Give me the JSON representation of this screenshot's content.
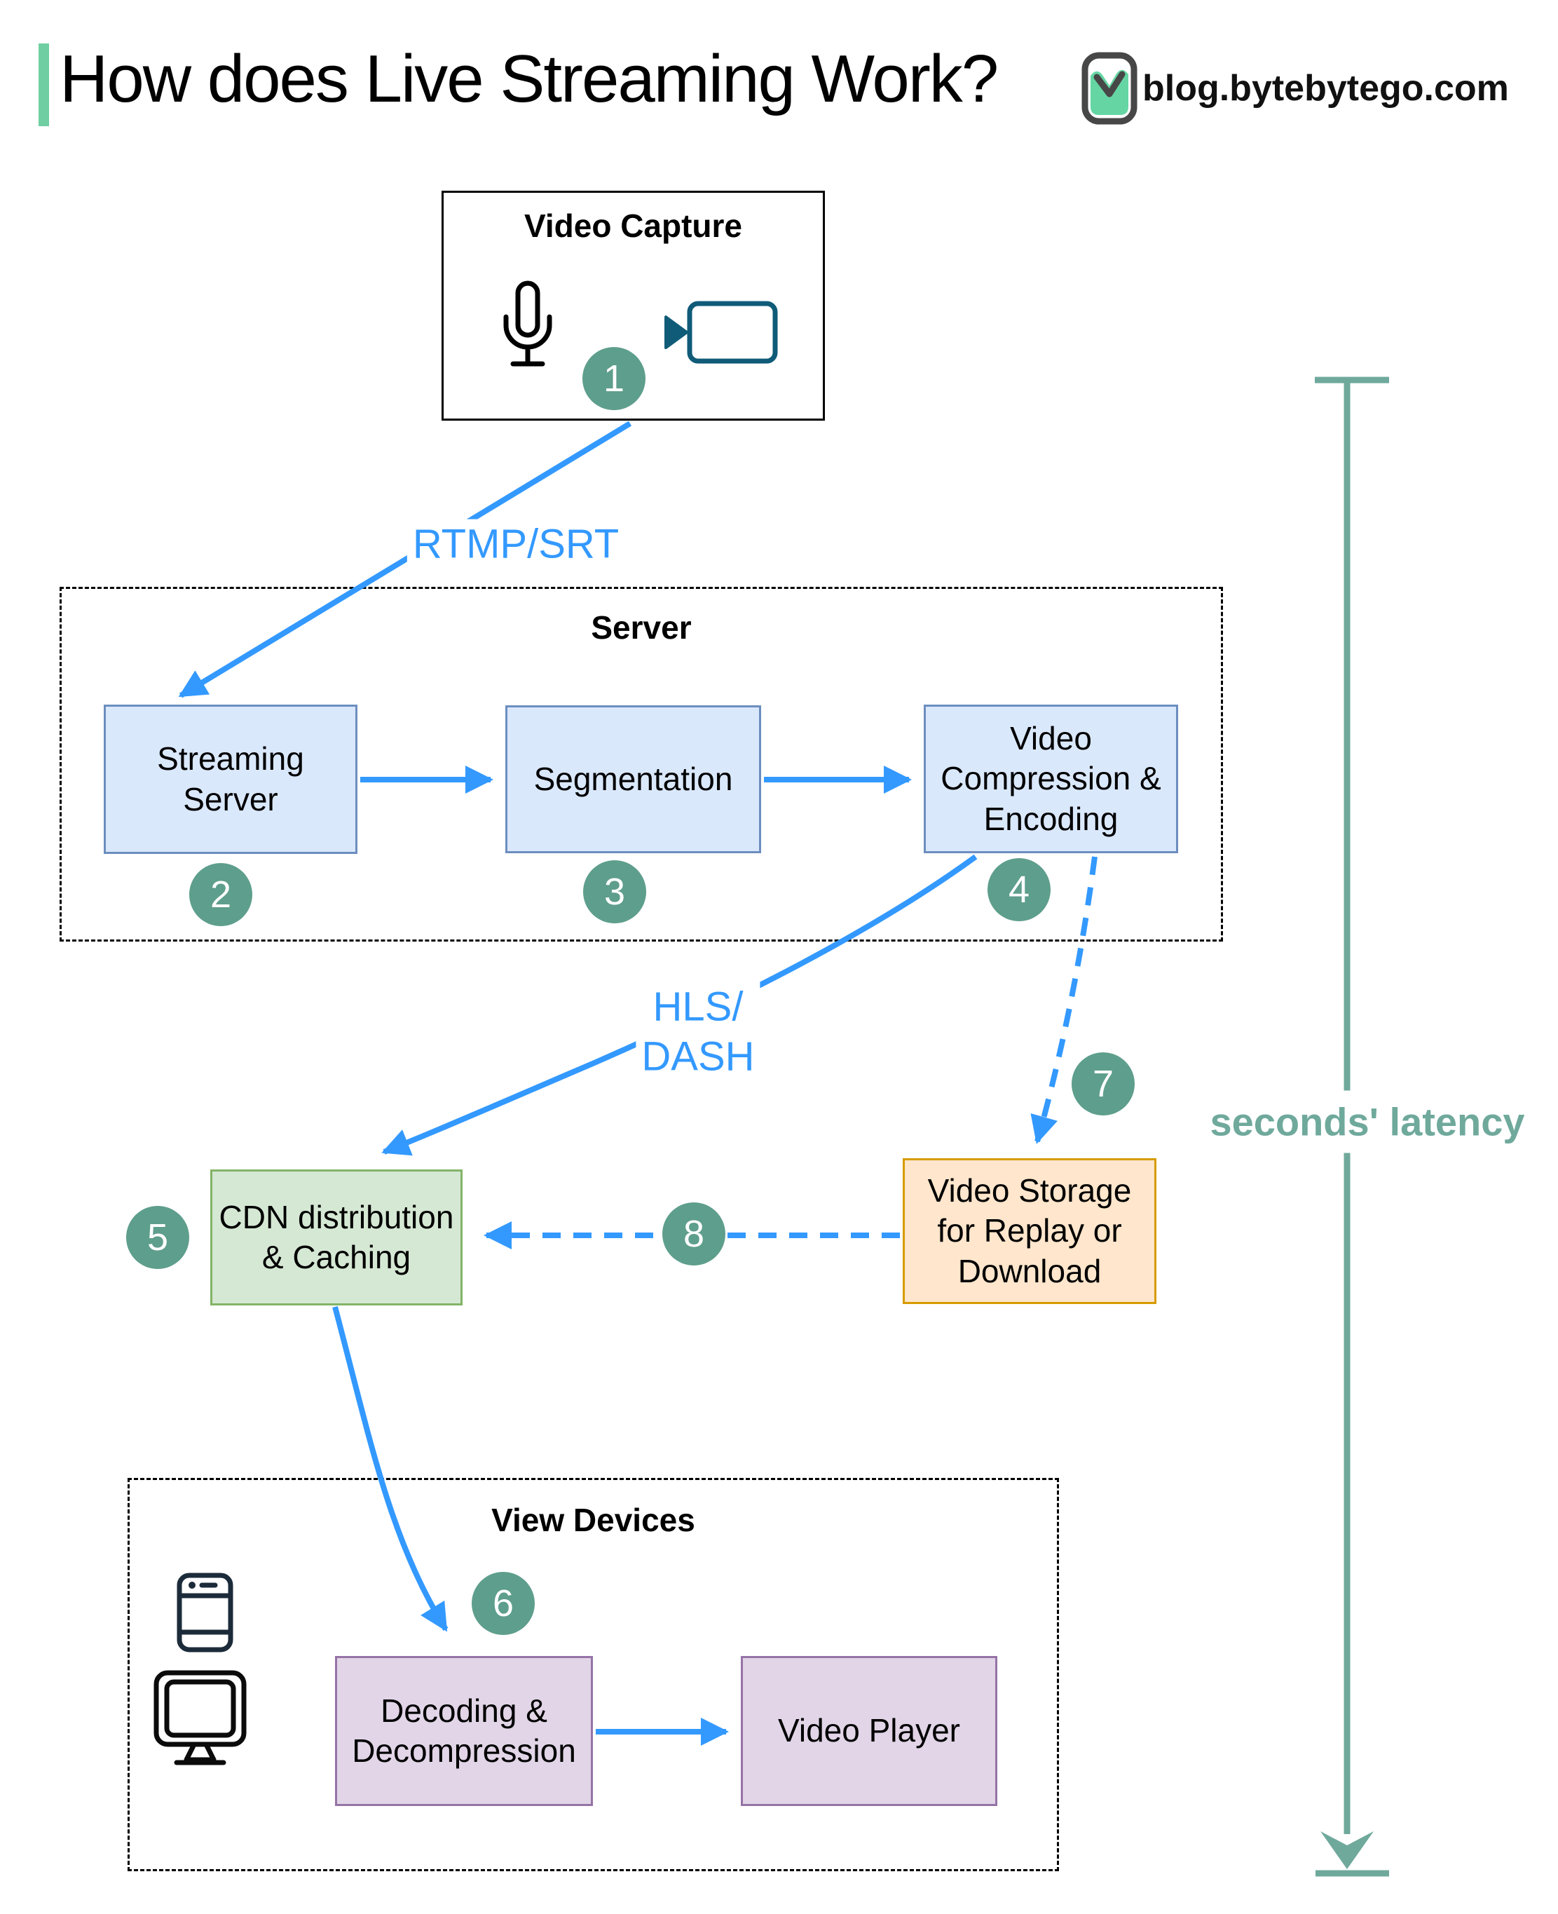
{
  "header": {
    "title": "How does Live Streaming Work?",
    "site": "blog.bytebytego.com"
  },
  "groups": {
    "capture": "Video Capture",
    "server": "Server",
    "viewers": "View Devices"
  },
  "nodes": {
    "streaming_server": "Streaming\nServer",
    "segmentation": "Segmentation",
    "compression": "Video\nCompression &\nEncoding",
    "cdn": "CDN distribution\n& Caching",
    "storage": "Video Storage\nfor Replay or\nDownload",
    "decoding": "Decoding &\nDecompression",
    "player": "Video Player"
  },
  "edge_labels": {
    "ingest_protocol": "RTMP/SRT",
    "delivery_protocol": "HLS/\nDASH",
    "latency_note": "seconds' latency"
  },
  "steps": {
    "s1": "1",
    "s2": "2",
    "s3": "3",
    "s4": "4",
    "s5": "5",
    "s6": "6",
    "s7": "7",
    "s8": "8"
  },
  "icons": {
    "capture": [
      "microphone-icon",
      "video-camera-icon"
    ],
    "viewers": [
      "smartphone-icon",
      "monitor-icon"
    ],
    "brand": "bytebytego-logo"
  },
  "colors": {
    "arrow_blue": "#3399FF",
    "box_blue_fill": "#DAE8FC",
    "box_blue_border": "#6C8EBF",
    "box_green_fill": "#D5E8D4",
    "box_green_border": "#82B366",
    "box_orange_fill": "#FFE6CC",
    "box_orange_border": "#D79B00",
    "box_purple_fill": "#E1D5E7",
    "box_purple_border": "#9673A6",
    "step_circle_teal": "#5E9E8C",
    "latency_teal": "#6FA99C",
    "title_accent_green": "#6FCFA2",
    "logo_green": "#65D6A3",
    "camera_icon_blue": "#0F5B78"
  }
}
